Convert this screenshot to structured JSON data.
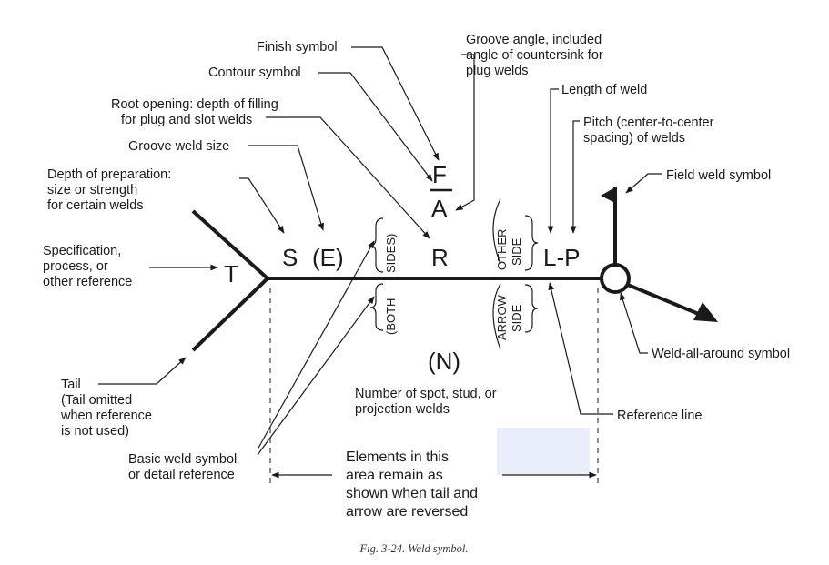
{
  "colors": {
    "ink": "#1a1a1a",
    "highlight_box": "#eaeefb",
    "caption": "#333333"
  },
  "symbols": {
    "T": "T",
    "S": "S",
    "E": "(E)",
    "R": "R",
    "L_P": "L-P",
    "F": "F",
    "A": "A",
    "N": "(N)"
  },
  "side_labels": {
    "sides": "SIDES)",
    "both": "(BOTH",
    "other_1": "OTHER",
    "other_2": "SIDE",
    "arrow_1": "ARROW",
    "arrow_2": "SIDE"
  },
  "labels": {
    "finish": "Finish symbol",
    "contour": "Contour symbol",
    "groove_angle_1": "Groove angle, included",
    "groove_angle_2": "angle of countersink for",
    "groove_angle_3": "plug welds",
    "length": "Length of weld",
    "pitch_1": "Pitch (center-to-center",
    "pitch_2": "spacing) of welds",
    "root_1": "Root opening: depth of filling",
    "root_2": "for plug and slot welds",
    "groove_size": "Groove weld size",
    "depth_1": "Depth of preparation:",
    "depth_2": "size or strength",
    "depth_3": "for certain welds",
    "field_weld": "Field weld symbol",
    "spec_1": "Specification,",
    "spec_2": "process, or",
    "spec_3": "other reference",
    "weld_all_around": "Weld-all-around symbol",
    "tail_1": "Tail",
    "tail_2": "(Tail omitted",
    "tail_3": "when reference",
    "tail_4": "is not used)",
    "number_1": "Number of spot, stud, or",
    "number_2": "projection welds",
    "reference_line": "Reference line",
    "basic_1": "Basic weld symbol",
    "basic_2": "or detail reference",
    "elements_1": "Elements in this",
    "elements_2": "area remain as",
    "elements_3": "shown when tail and",
    "elements_4": "arrow are reversed"
  },
  "caption": "Fig. 3-24.  Weld symbol."
}
